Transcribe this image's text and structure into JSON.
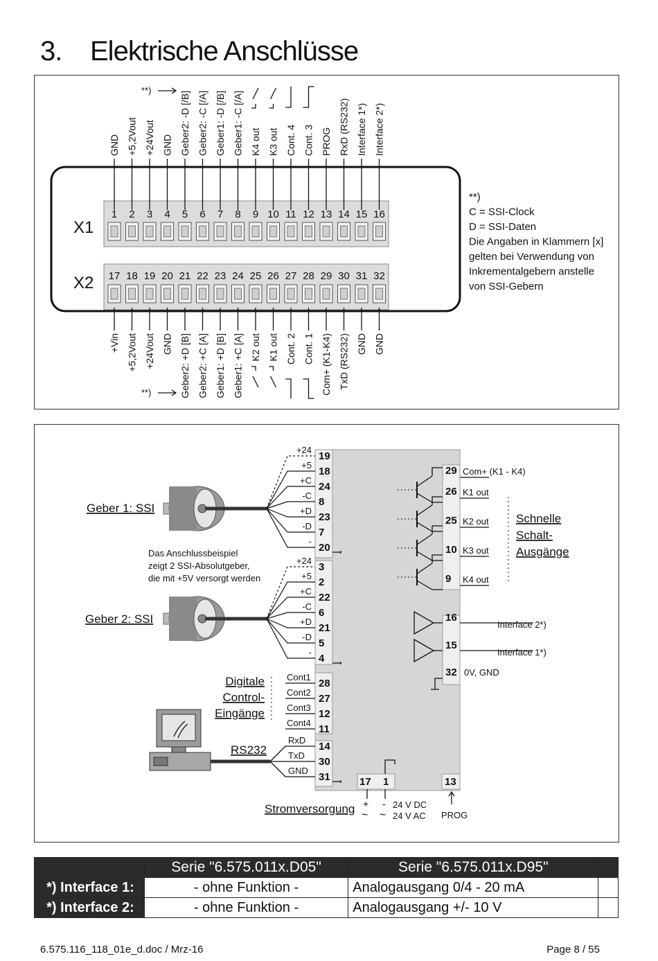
{
  "section": {
    "number": "3.",
    "title": "Elektrische Anschlüsse"
  },
  "connector": {
    "x1_label": "X1",
    "x2_label": "X2",
    "x1_pins": [
      "1",
      "2",
      "3",
      "4",
      "5",
      "6",
      "7",
      "8",
      "9",
      "10",
      "11",
      "12",
      "13",
      "14",
      "15",
      "16"
    ],
    "x2_pins": [
      "17",
      "18",
      "19",
      "20",
      "21",
      "22",
      "23",
      "24",
      "25",
      "26",
      "27",
      "28",
      "29",
      "30",
      "31",
      "32"
    ],
    "x1_signals": [
      "GND",
      "+5,2Vout",
      "+24Vout",
      "GND",
      "Geber2: -D [/B]",
      "Geber2: -C [/A]",
      "Geber1: -D [/B]",
      "Geber1: -C [/A]",
      "K4 out",
      "K3 out",
      "Cont. 4",
      "Cont. 3",
      "PROG",
      "RxD (RS232)",
      "Interface 1*)",
      "Interface 2*)"
    ],
    "x2_signals": [
      "+Vin",
      "+5,2Vout",
      "+24Vout",
      "GND",
      "Geber2: +D [B]",
      "Geber2: +C [A]",
      "Geber1: +D [B]",
      "Geber1: +C [A]",
      "K2 out",
      "K1 out",
      "Cont. 2",
      "Cont. 1",
      "Com+ (K1-K4)",
      "TxD (RS232)",
      "GND",
      "GND"
    ],
    "footnote_marker": "**)",
    "note_lines": [
      "**)",
      "C = SSI-Clock",
      "D = SSI-Daten",
      "Die Angaben in Klammern [x]",
      "gelten bei Verwendung von",
      "Inkrementalgebern anstelle",
      "von SSI-Gebern"
    ]
  },
  "wiring": {
    "encoder1_label": "Geber 1: SSI",
    "encoder2_label": "Geber 2: SSI",
    "example_note": [
      "Das Anschlussbeispiel",
      "zeigt 2 SSI-Absolutgeber,",
      "die mit +5V versorgt werden"
    ],
    "enc1_signals": [
      "+24",
      "+5",
      "+C",
      "-C",
      "+D",
      "-D",
      "-"
    ],
    "enc1_pins": [
      "19",
      "18",
      "24",
      "8",
      "23",
      "7",
      "20"
    ],
    "enc2_signals": [
      "+24",
      "+5",
      "+C",
      "-C",
      "+D",
      "-D",
      "-"
    ],
    "enc2_pins": [
      "3",
      "2",
      "22",
      "6",
      "21",
      "5",
      "4"
    ],
    "digital_label": [
      "Digitale",
      "Control-",
      "Eingänge"
    ],
    "cont_signals": [
      "Cont1",
      "Cont2",
      "Cont3",
      "Cont4"
    ],
    "cont_pins": [
      "28",
      "27",
      "12",
      "11"
    ],
    "rs232_label": "RS232",
    "rs232_signals": [
      "RxD",
      "TxD",
      "GND"
    ],
    "rs232_pins": [
      "14",
      "30",
      "31"
    ],
    "power_label": "Stromversorgung",
    "power_pins": [
      "17",
      "1"
    ],
    "power_plus": "+",
    "power_minus": "-",
    "power_tilde": "~",
    "power_dc": "24 V DC",
    "power_ac": "24 V AC",
    "prog_pin": "13",
    "prog_label": "PROG",
    "out_pins": [
      "29",
      "26",
      "25",
      "10",
      "9"
    ],
    "out_labels": [
      "Com+ (K1 - K4)",
      "K1 out",
      "K2 out",
      "K3 out",
      "K4 out"
    ],
    "fast_label": [
      "Schnelle",
      "Schalt-",
      "Ausgänge"
    ],
    "if_pins": [
      "16",
      "15",
      "32"
    ],
    "if_labels": [
      "Interface 2*)",
      "Interface 1*)",
      "0V, GND"
    ]
  },
  "table": {
    "headers": [
      "Serie \"6.575.011x.D05\"",
      "Serie \"6.575.011x.D95\""
    ],
    "rows": [
      {
        "label": "*) Interface 1:",
        "d05": "- ohne Funktion -",
        "d95": "Analogausgang 0/4 - 20 mA"
      },
      {
        "label": "*) Interface 2:",
        "d05": "- ohne Funktion -",
        "d95": "Analogausgang +/- 10 V"
      }
    ]
  },
  "footer": {
    "left": "6.575.116_118_01e_d.doc / Mrz-16",
    "right": "Page 8 / 55"
  }
}
